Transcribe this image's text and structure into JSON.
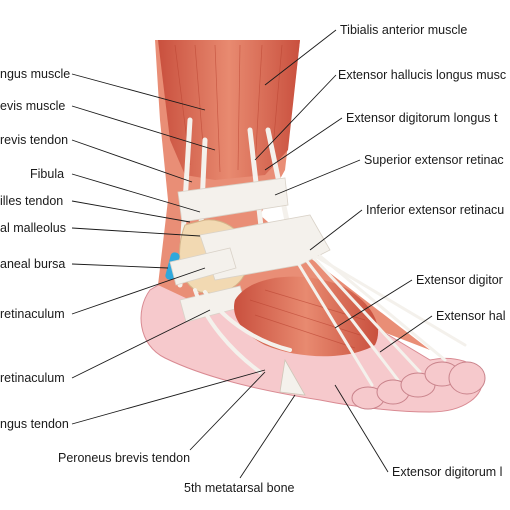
{
  "labels": {
    "left": [
      "ngus muscle",
      "evis muscle",
      "revis tendon",
      "Fibula",
      "illes tendon",
      "al malleolus",
      "aneal bursa",
      "retinaculum",
      "retinaculum",
      "ngus tendon"
    ],
    "right": [
      "Tibialis anterior muscle",
      "Extensor hallucis longus musc",
      "Extensor digitorum longus t",
      "Superior extensor retinac",
      "Inferior extensor retinacu",
      "Extensor digitor",
      "Extensor hal",
      "Extensor digitorum l"
    ],
    "bottom": [
      "Peroneus brevis tendon",
      "5th metatarsal bone"
    ]
  },
  "colors": {
    "muscle": "#d9624f",
    "muscle_light": "#ec9a82",
    "tendon": "#f4f1ec",
    "skin": "#f6c9cc",
    "bone": "#f2d9b2",
    "bursa": "#2fa8dc",
    "line": "#1a1a1a"
  }
}
